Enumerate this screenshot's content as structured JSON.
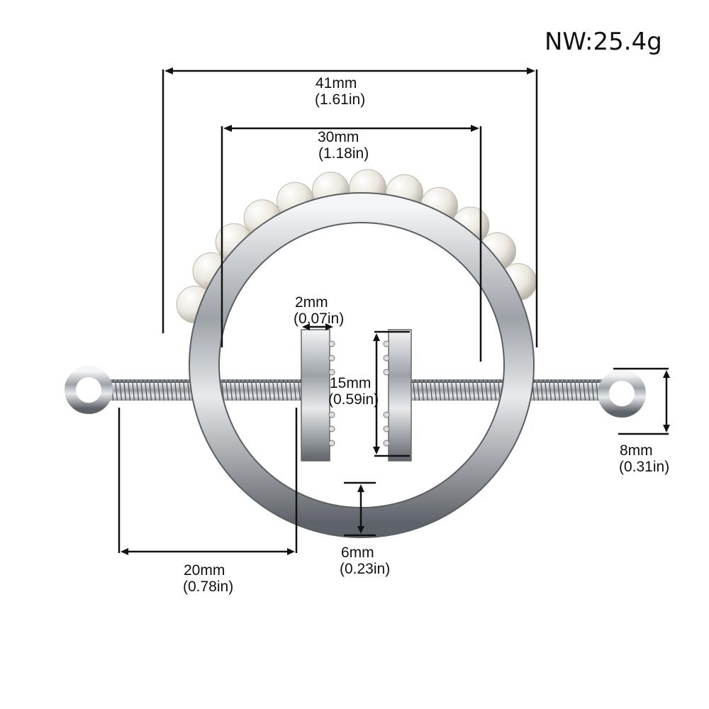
{
  "net_weight": "NW:25.4g",
  "dimensions": {
    "overall_width": {
      "mm": "41mm",
      "in": "(1.61in)"
    },
    "ring_inner_width": {
      "mm": "30mm",
      "in": "(1.18in)"
    },
    "plate_thickness": {
      "mm": "2mm",
      "in": "(0.07in)"
    },
    "plate_height": {
      "mm": "15mm",
      "in": "(0.59in)"
    },
    "eyelet_diameter": {
      "mm": "8mm",
      "in": "(0.31in)"
    },
    "ring_thickness": {
      "mm": "6mm",
      "in": "(0.23in)"
    },
    "screw_length": {
      "mm": "20mm",
      "in": "(0.78in)"
    }
  },
  "colors": {
    "metal": "#c9ccd0",
    "metal_dark": "#6e7379",
    "pearl": "#f1eee6",
    "line": "#111111"
  }
}
